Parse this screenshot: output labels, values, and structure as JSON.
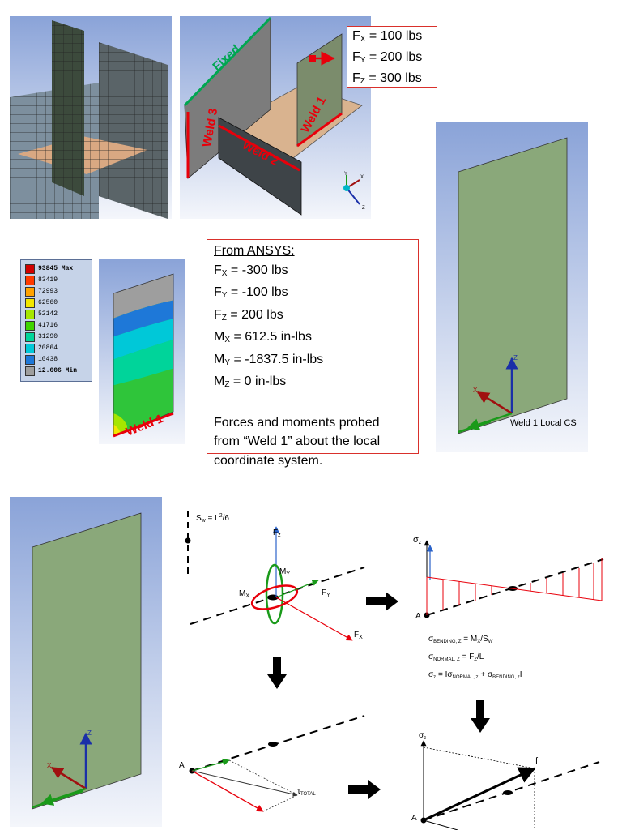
{
  "top_loads": {
    "fx": {
      "sym": "F",
      "sub": "X",
      "val": " = 100 lbs"
    },
    "fy": {
      "sym": "F",
      "sub": "Y",
      "val": " = 200 lbs"
    },
    "fz": {
      "sym": "F",
      "sub": "Z",
      "val": " = 300 lbs"
    }
  },
  "geometry_labels": {
    "fixed": "Fixed",
    "weld1": "Weld 1",
    "weld2": "Weld 2",
    "weld3": "Weld 3"
  },
  "legend": {
    "rows": [
      {
        "label": "93845 Max",
        "color": "#d10000"
      },
      {
        "label": "83419",
        "color": "#ff3a00"
      },
      {
        "label": "72993",
        "color": "#ffa200"
      },
      {
        "label": "62560",
        "color": "#f2e600"
      },
      {
        "label": "52142",
        "color": "#a6e600"
      },
      {
        "label": "41716",
        "color": "#3fd400"
      },
      {
        "label": "31290",
        "color": "#00d49a"
      },
      {
        "label": "20864",
        "color": "#00c8d8"
      },
      {
        "label": "10438",
        "color": "#1e78d8"
      },
      {
        "label": "12.606 Min",
        "color": "#9e9e9e"
      }
    ]
  },
  "contour_label": "Weld 1",
  "ansys": {
    "heading": "From ANSYS:",
    "fx": {
      "sym": "F",
      "sub": "X",
      "val": " = -300 lbs"
    },
    "fy": {
      "sym": "F",
      "sub": "Y",
      "val": " = -100 lbs"
    },
    "fz": {
      "sym": "F",
      "sub": "Z",
      "val": " = 200 lbs"
    },
    "mx": {
      "sym": "M",
      "sub": "X",
      "val": " = 612.5 in-lbs"
    },
    "my": {
      "sym": "M",
      "sub": "Y",
      "val": " = -1837.5 in-lbs"
    },
    "mz": {
      "sym": "M",
      "sub": "Z",
      "val": " = 0 in-lbs"
    },
    "note_line1": "Forces and moments probed",
    "note_line2": "from “Weld 1” about the local",
    "note_line3": "coordinate system."
  },
  "local_cs_label": "Weld 1 Local CS",
  "axis_labels": {
    "x": "X",
    "y": "Y",
    "z": "Z"
  },
  "fbd": {
    "sw": "S",
    "sw_sub": "w",
    "sw_rest": " = L",
    "sw_sup": "2",
    "sw_end": "/6",
    "fz": "F",
    "fz_sub": "z",
    "my": "M",
    "my_sub": "Y",
    "mx": "M",
    "mx_sub": "X",
    "fy": "F",
    "fy_sub": "Y",
    "fx": "F",
    "fx_sub": "X"
  },
  "stress": {
    "sigma_z": "σ",
    "sigma_sub": "z",
    "point_a": "A",
    "eq1_main": "σ",
    "eq1_sub": "BENDING, Z",
    "eq1_rest": " = M",
    "eq1_sub2": "X",
    "eq1_end": "/S",
    "eq1_sub3": "W",
    "eq2_main": "σ",
    "eq2_sub": "NORMAL, Z",
    "eq2_rest": " = F",
    "eq2_sub2": "Z",
    "eq2_end": "/L",
    "eq3_main": "σ",
    "eq3_sub": "z",
    "eq3_rest": " = Iσ",
    "eq3_sub2": "NORMAL, z",
    "eq3_mid": " + σ",
    "eq3_sub3": "BENDING, z",
    "eq3_end": "I"
  },
  "shear": {
    "point_a": "A",
    "tau": "τ",
    "tau_sub": "TOTAL"
  },
  "combined": {
    "sigma_z": "σ",
    "sigma_sub": "z",
    "point_a": "A",
    "f_label": "f"
  },
  "colors": {
    "weld_red": "#e8000b",
    "fixed_green": "#00a651",
    "plate_green": "#8aa87a",
    "panel_blue_top": "#8aa3d8",
    "panel_blue_bottom": "#ffffff",
    "axis_blue": "#1a2fa8",
    "axis_red": "#a01010",
    "axis_green": "#1a9a1a"
  }
}
